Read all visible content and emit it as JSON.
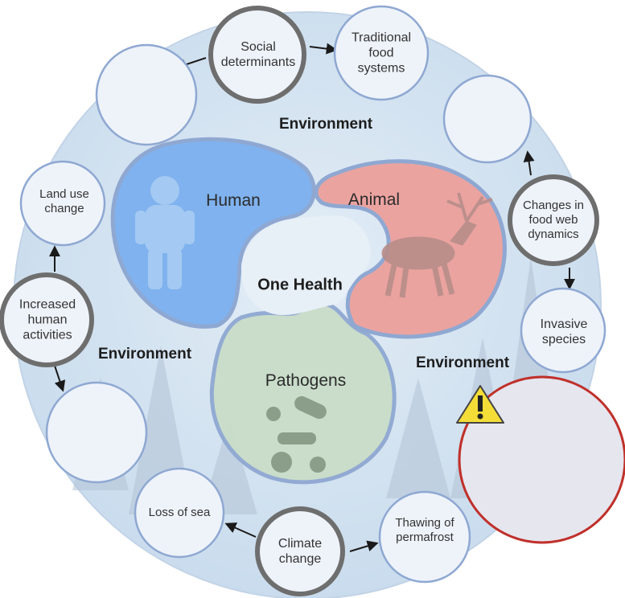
{
  "center_label": "One Health",
  "sectors": {
    "human": "Human",
    "animal": "Animal",
    "pathogens": "Pathogens"
  },
  "environment_labels": {
    "top": "Environment",
    "left": "Environment",
    "right": "Environment"
  },
  "nodes": {
    "social_determinants": "Social\ndeterminants",
    "traditional_food": "Traditional\nfood\nsystems",
    "land_use": "Land use\nchange",
    "increased_human": "Increased\nhuman\nactivities",
    "changes_food_web": "Changes in\nfood web\ndynamics",
    "invasive_species": "Invasive\nspecies",
    "loss_of_sea": "Loss of sea",
    "climate_change": "Climate\nchange",
    "thawing_permafrost": "Thawing of\npermafrost"
  },
  "warning_icon": "warning-triangle-icon",
  "colors": {
    "background_circle": "#cfe0ef",
    "human": "#7fb2ee",
    "animal": "#eba3a0",
    "pathogens": "#c9ddc8",
    "ring": "#8fa8d2",
    "hub_ring": "#6e6e6e",
    "warning": "#c0302a"
  }
}
